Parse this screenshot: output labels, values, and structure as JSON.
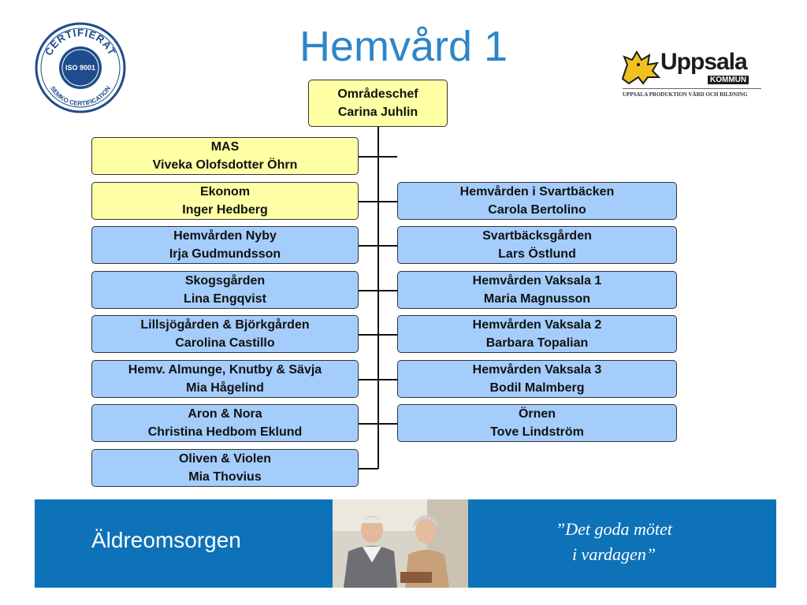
{
  "title": "Hemvård 1",
  "seal": {
    "top_text": "CERTIFIERAT",
    "center_text": "ISO 9001",
    "bottom_text": "SEMKO CERTIFICATION"
  },
  "logo": {
    "brand": "Uppsala",
    "kommun": "KOMMUN",
    "tagline": "UPPSALA PRODUKTION VÅRD OCH BILDNING"
  },
  "top": {
    "role": "Områdeschef",
    "name": "Carina Juhlin"
  },
  "left": [
    {
      "role": "MAS",
      "name": "Viveka Olofsdotter Öhrn",
      "color": "#ffffa6"
    },
    {
      "role": "Ekonom",
      "name": "Inger Hedberg",
      "color": "#ffffa6"
    },
    {
      "role": "Hemvården Nyby",
      "name": "Irja Gudmundsson",
      "color": "#a4cdfc"
    },
    {
      "role": "Skogsgården",
      "name": "Lina Engqvist",
      "color": "#a4cdfc"
    },
    {
      "role": "Lillsjögården & Björkgården",
      "name": "Carolina Castillo",
      "color": "#a4cdfc"
    },
    {
      "role": "Hemv. Almunge, Knutby & Sävja",
      "name": "Mia Hågelind",
      "color": "#a4cdfc"
    },
    {
      "role": "Aron & Nora",
      "name": "Christina Hedbom Eklund",
      "color": "#a4cdfc"
    },
    {
      "role": "Oliven & Violen",
      "name": "Mia Thovius",
      "color": "#a4cdfc"
    }
  ],
  "right": [
    {
      "role": "Hemvården i Svartbäcken",
      "name": "Carola Bertolino"
    },
    {
      "role": "Svartbäcksgården",
      "name": "Lars Östlund"
    },
    {
      "role": "Hemvården Vaksala 1",
      "name": "Maria Magnusson"
    },
    {
      "role": "Hemvården Vaksala  2",
      "name": "Barbara Topalian"
    },
    {
      "role": "Hemvården Vaksala 3",
      "name": "Bodil Malmberg"
    },
    {
      "role": "Örnen",
      "name": "Tove Lindström"
    }
  ],
  "footer": {
    "label": "Äldreomsorgen",
    "quote_line1": "”Det goda mötet",
    "quote_line2": "i vardagen”"
  },
  "colors": {
    "title": "#2e86c8",
    "box_blue": "#a4cdfc",
    "box_yellow": "#ffffa6",
    "footer": "#0e72b8"
  }
}
